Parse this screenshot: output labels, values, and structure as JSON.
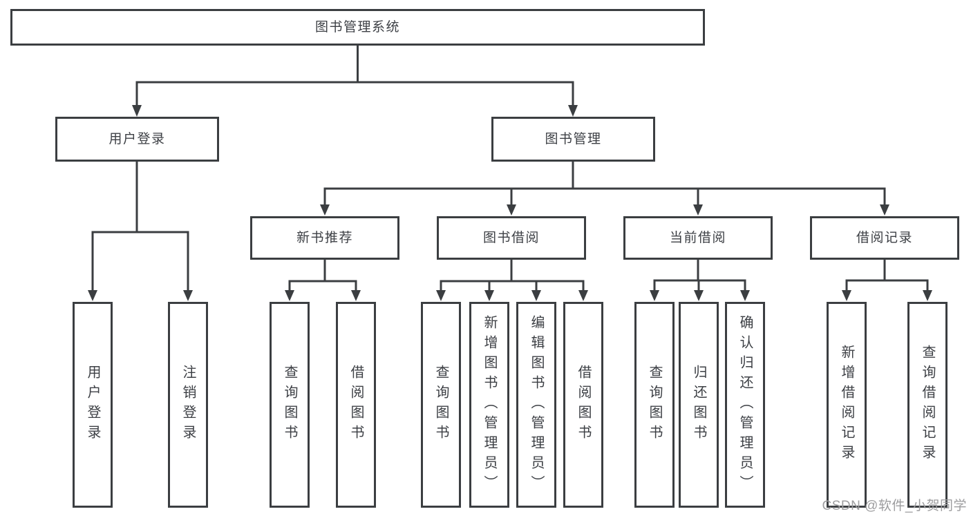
{
  "diagram": {
    "title": "图书管理系统",
    "branches": [
      {
        "label": "用户登录",
        "leaves": [
          "用户登录",
          "注销登录"
        ]
      },
      {
        "label": "图书管理",
        "sections": [
          {
            "label": "新书推荐",
            "leaves": [
              "查询图书",
              "借阅图书"
            ]
          },
          {
            "label": "图书借阅",
            "leaves": [
              "查询图书",
              "新增图书（管理员）",
              "编辑图书（管理员）",
              "借阅图书"
            ]
          },
          {
            "label": "当前借阅",
            "leaves": [
              "查询图书",
              "归还图书",
              "确认归还（管理员）"
            ]
          },
          {
            "label": "借阅记录",
            "leaves": [
              "新增借阅记录",
              "查询借阅记录"
            ]
          }
        ]
      }
    ]
  },
  "watermark": {
    "text": "CSDN @软件_小贺同学"
  },
  "colors": {
    "line": "#3b3e41",
    "box_border": "#3b3e41",
    "text": "#3c3f44",
    "watermark": "#9d9d9f",
    "background": "#ffffff"
  }
}
